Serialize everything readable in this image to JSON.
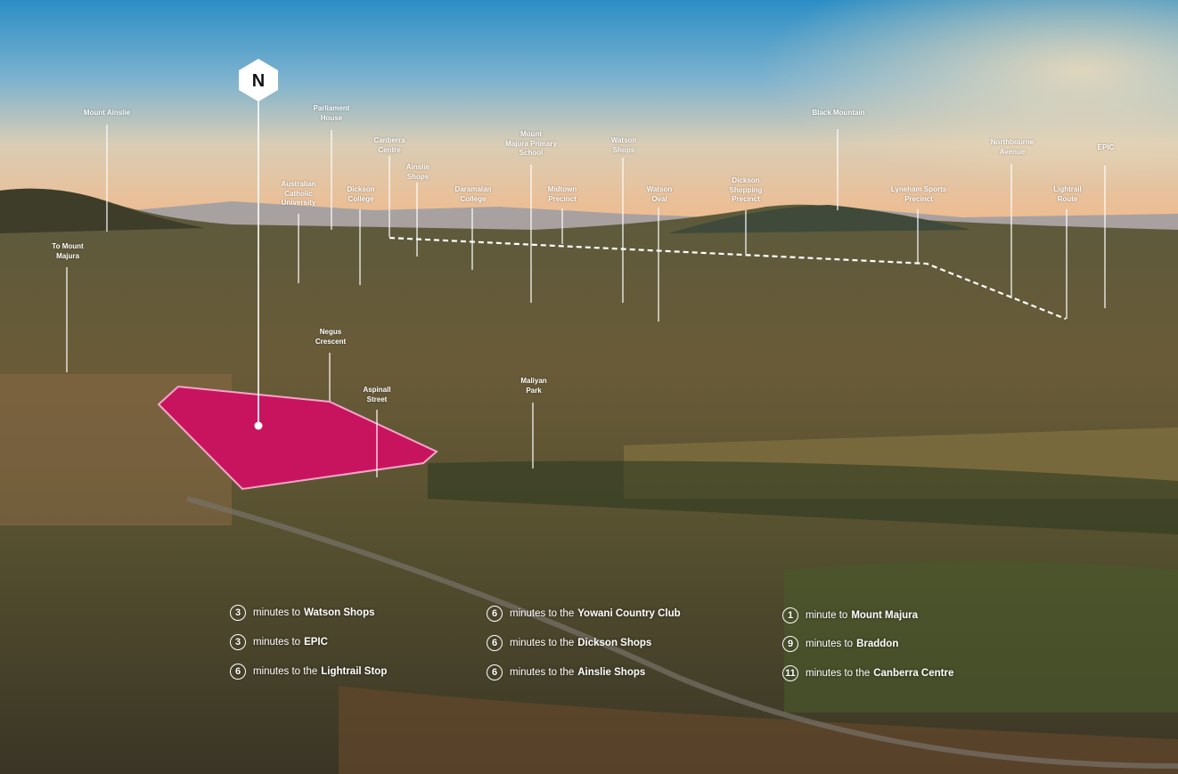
{
  "colors": {
    "site_highlight": "#c8145f",
    "label_text": "#ffffff",
    "route_line": "#ffffff"
  },
  "north_marker": {
    "letter": "N",
    "icon": "north-hexagon-icon"
  },
  "landmarks": {
    "mount_ainslie": "Mount Ainslie",
    "parliament_house": "Parliament\nHouse",
    "canberra_centre": "Canberra\nCentre",
    "ainslie_shops": "Ainslie\nShops",
    "acu": "Australian\nCatholic\nUniversity",
    "dickson_college": "Dickson\nCollege",
    "daramalan_college": "Daramalan\nCollege",
    "mount_majura_primary": "Mount\nMajura Primary\nSchool",
    "midtown_precinct": "Midtown\nPrecinct",
    "watson_shops": "Watson\nShops",
    "watson_oval": "Watson\nOval",
    "dickson_shopping": "Dickson\nShopping\nPrecinct",
    "black_mountain": "Black Mountain",
    "lyneham_sports": "Lyneham Sports\nPrecinct",
    "northbourne_avenue": "Northbourne\nAvenue",
    "lightrail_route": "Lightrail\nRoute",
    "epic": "EPIC",
    "to_mount_majura": "To Mount\nMajura",
    "negus_crescent": "Negus\nCrescent",
    "aspinall_street": "Aspinall\nStreet",
    "maliyan_park": "Maliyan\nPark"
  },
  "travel_times": [
    {
      "num": "3",
      "text": "minutes to",
      "place": "Watson Shops"
    },
    {
      "num": "3",
      "text": "minutes to",
      "place": "EPIC"
    },
    {
      "num": "6",
      "text": "minutes to the",
      "place": "Lightrail Stop"
    },
    {
      "num": "6",
      "text": "minutes to the",
      "place": "Yowani Country Club"
    },
    {
      "num": "6",
      "text": "minutes to the",
      "place": "Dickson Shops"
    },
    {
      "num": "6",
      "text": "minutes to the",
      "place": "Ainslie Shops"
    },
    {
      "num": "1",
      "text": "minute to",
      "place": "Mount Majura"
    },
    {
      "num": "9",
      "text": "minutes to",
      "place": "Braddon"
    },
    {
      "num": "11",
      "text": "minutes to the",
      "place": "Canberra Centre"
    }
  ]
}
